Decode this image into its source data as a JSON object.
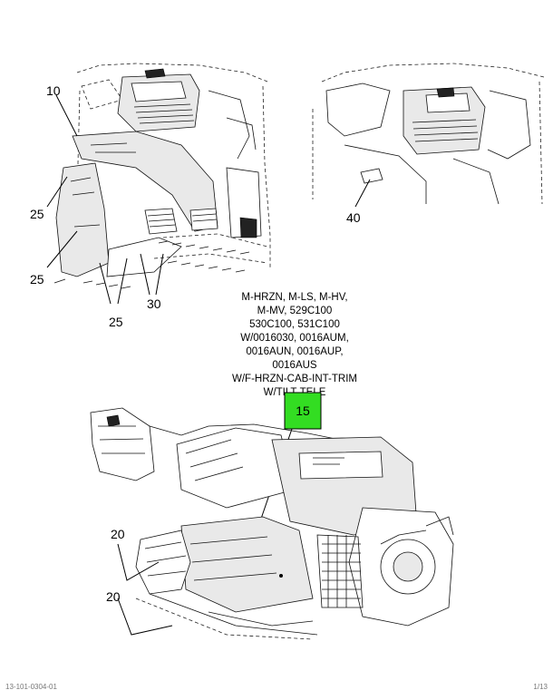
{
  "callouts": {
    "c10": "10",
    "c25a": "25",
    "c25b": "25",
    "c25c": "25",
    "c30": "30",
    "c40": "40",
    "c20a": "20",
    "c20b": "20",
    "c15": "15"
  },
  "part15_note": [
    "M-HRZN, M-LS, M-HV,",
    "M-MV, 529C100",
    "530C100, 531C100",
    "W/0016030, 0016AUM,",
    "0016AUN, 0016AUP,",
    "0016AUS",
    "W/F-HRZN-CAB-INT-TRIM",
    "W/TILT-TELE"
  ],
  "colors": {
    "highlight_box": "#33dd22",
    "line": "#000000"
  },
  "footer": {
    "left": "13-101-0304-01",
    "right": "1/13"
  }
}
